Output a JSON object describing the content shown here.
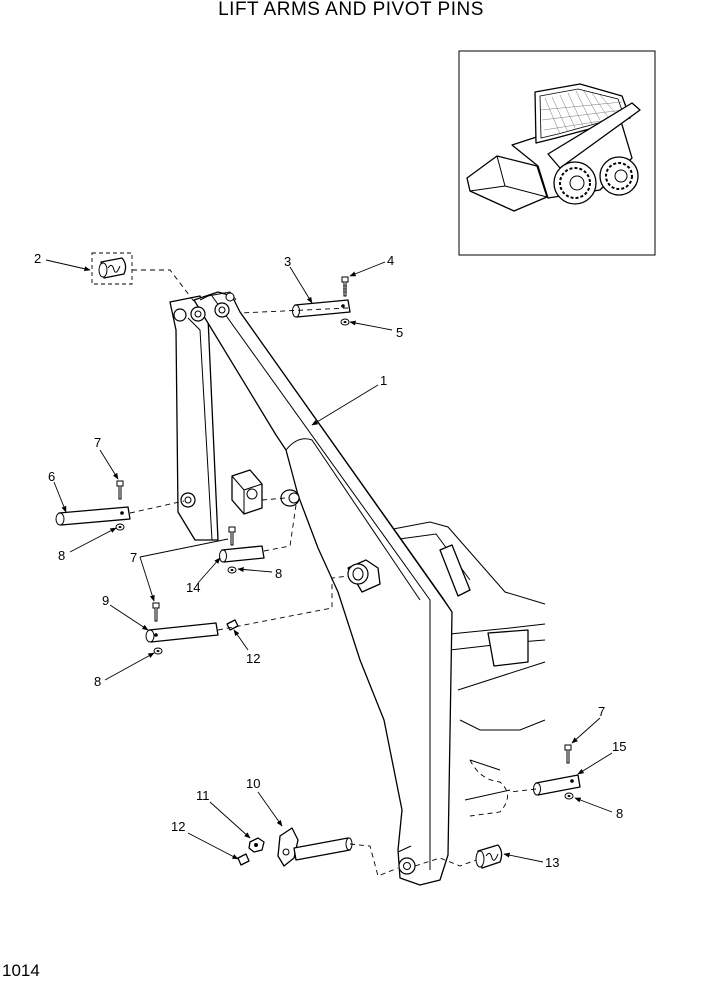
{
  "title": "LIFT ARMS AND PIVOT PINS",
  "page_number": "1014",
  "callouts": {
    "c1": "1",
    "c2": "2",
    "c3": "3",
    "c4": "4",
    "c5": "5",
    "c6": "6",
    "c7a": "7",
    "c7b": "7",
    "c7c": "7",
    "c8a": "8",
    "c8b": "8",
    "c8c": "8",
    "c8d": "8",
    "c9": "9",
    "c10": "10",
    "c11": "11",
    "c12a": "12",
    "c12b": "12",
    "c13": "13",
    "c14": "14",
    "c15": "15"
  }
}
